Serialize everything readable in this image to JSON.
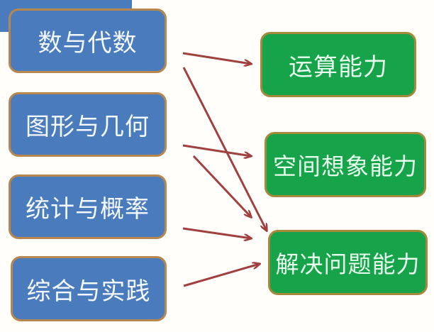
{
  "diagram": {
    "sources": [
      {
        "id": "s1",
        "label": "数与代数"
      },
      {
        "id": "s2",
        "label": "图形与几何"
      },
      {
        "id": "s3",
        "label": "统计与概率"
      },
      {
        "id": "s4",
        "label": "综合与实践"
      }
    ],
    "targets": [
      {
        "id": "t1",
        "label": "运算能力"
      },
      {
        "id": "t2",
        "label": "空间想象能力"
      },
      {
        "id": "t3",
        "label": "解决问题能力"
      }
    ],
    "edges": [
      {
        "from": "s1",
        "to": "t1"
      },
      {
        "from": "s1",
        "to": "t3"
      },
      {
        "from": "s2",
        "to": "t2"
      },
      {
        "from": "s2",
        "to": "t3"
      },
      {
        "from": "s3",
        "to": "t3"
      },
      {
        "from": "s4",
        "to": "t3"
      }
    ],
    "colors": {
      "source_fill": "#4a7bbd",
      "target_fill": "#16a34a",
      "border": "#b8874e",
      "arrow": "#a0403f"
    }
  }
}
